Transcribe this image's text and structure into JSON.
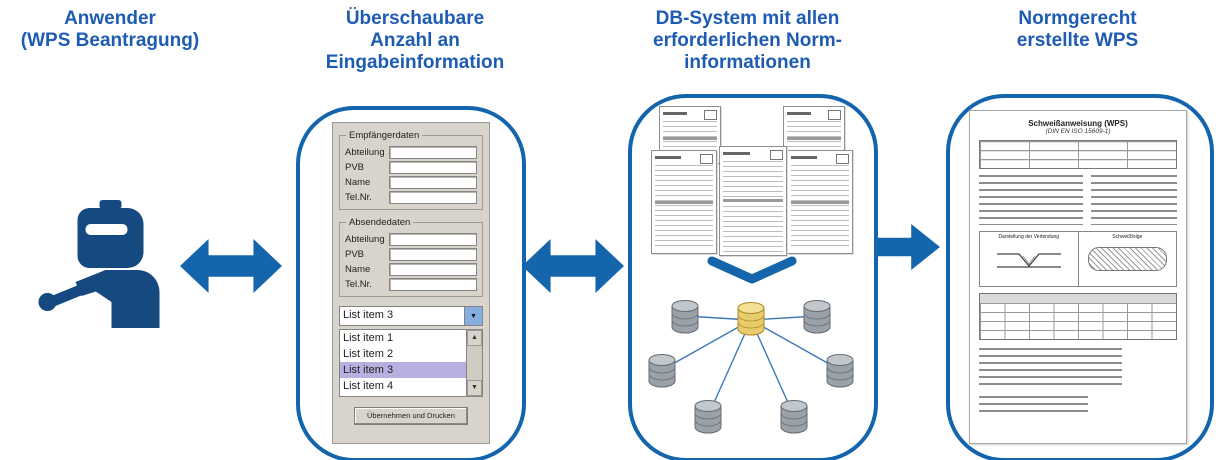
{
  "diagram": {
    "steps": [
      {
        "title_lines": [
          "Anwender",
          "(WPS Beantragung)"
        ]
      },
      {
        "title_lines": [
          "Überschaubare",
          "Anzahl an",
          "Eingabeinformation"
        ]
      },
      {
        "title_lines": [
          "DB-System mit allen",
          "erforderlichen Norm-",
          "informationen"
        ]
      },
      {
        "title_lines": [
          "Normgerecht",
          "erstellte WPS"
        ]
      }
    ]
  },
  "form": {
    "groups": [
      {
        "legend": "Empfängerdaten",
        "fields": [
          "Abteilung",
          "PVB",
          "Name",
          "Tel.Nr."
        ]
      },
      {
        "legend": "Absendedaten",
        "fields": [
          "Abteilung",
          "PVB",
          "Name",
          "Tel.Nr."
        ]
      }
    ],
    "combo": {
      "value": "List item 3"
    },
    "listbox": {
      "items": [
        "List item 1",
        "List item 2",
        "List item 3",
        "List item 4"
      ],
      "selected": "List item 3"
    },
    "button_label": "Übernehmen und Drucken"
  },
  "wps_document": {
    "title": "Schweißanweisung (WPS)",
    "subtitle": "(DIN EN ISO 15609-1)",
    "sections": {
      "joint": "Darstellung der Verbindung",
      "sequence": "Schweißfolge"
    }
  },
  "icons": {
    "welder": "welder-with-torch",
    "arrows": [
      "double-arrow",
      "double-arrow",
      "right-arrow"
    ],
    "combo_arrow": "▼",
    "scroll_up": "▲",
    "scroll_down": "▼"
  },
  "colors": {
    "accent_blue": "#1565ad",
    "header_text": "#1e5cb3",
    "list_selection": "#b6b1e0",
    "form_background": "#d8d4cc",
    "db_center": "#e8cc6b",
    "db_node": "#9aa1a8"
  }
}
